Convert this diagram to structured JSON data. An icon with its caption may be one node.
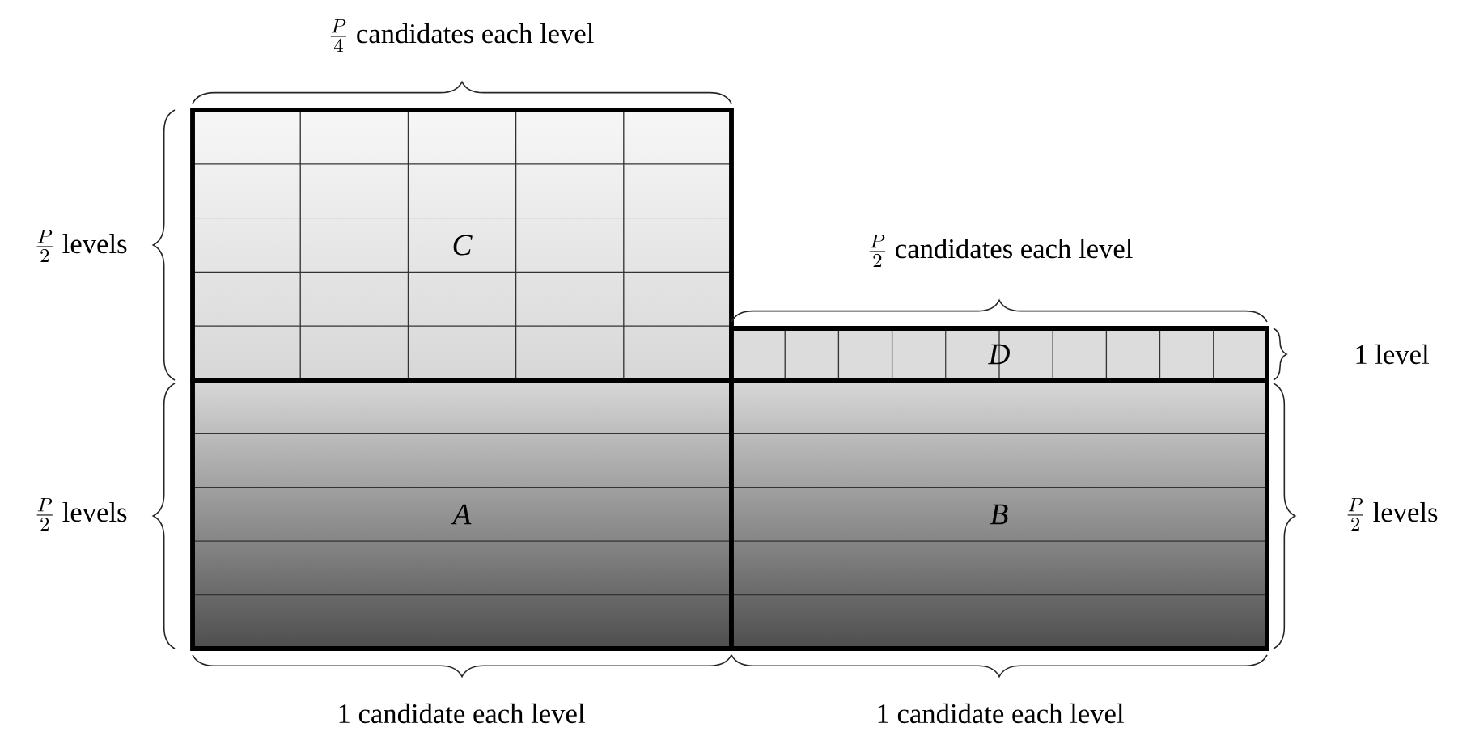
{
  "diagram": {
    "nodes": [
      {
        "text": [
          "C"
        ]
      },
      {
        "text": [
          "D"
        ]
      },
      {
        "text": [
          "A"
        ]
      },
      {
        "text": [
          "B"
        ]
      }
    ],
    "labels": [
      "\\frac{P}{4}",
      "candidates each level",
      "\\frac{P}{2}",
      "levels",
      "\\frac{P}{2}",
      "candidates each level",
      "1 level",
      "\\frac{P}{2}",
      "levels",
      "\\frac{P}{2}",
      "levels",
      "1 candidate each level",
      "1 candidate each level"
    ]
  }
}
